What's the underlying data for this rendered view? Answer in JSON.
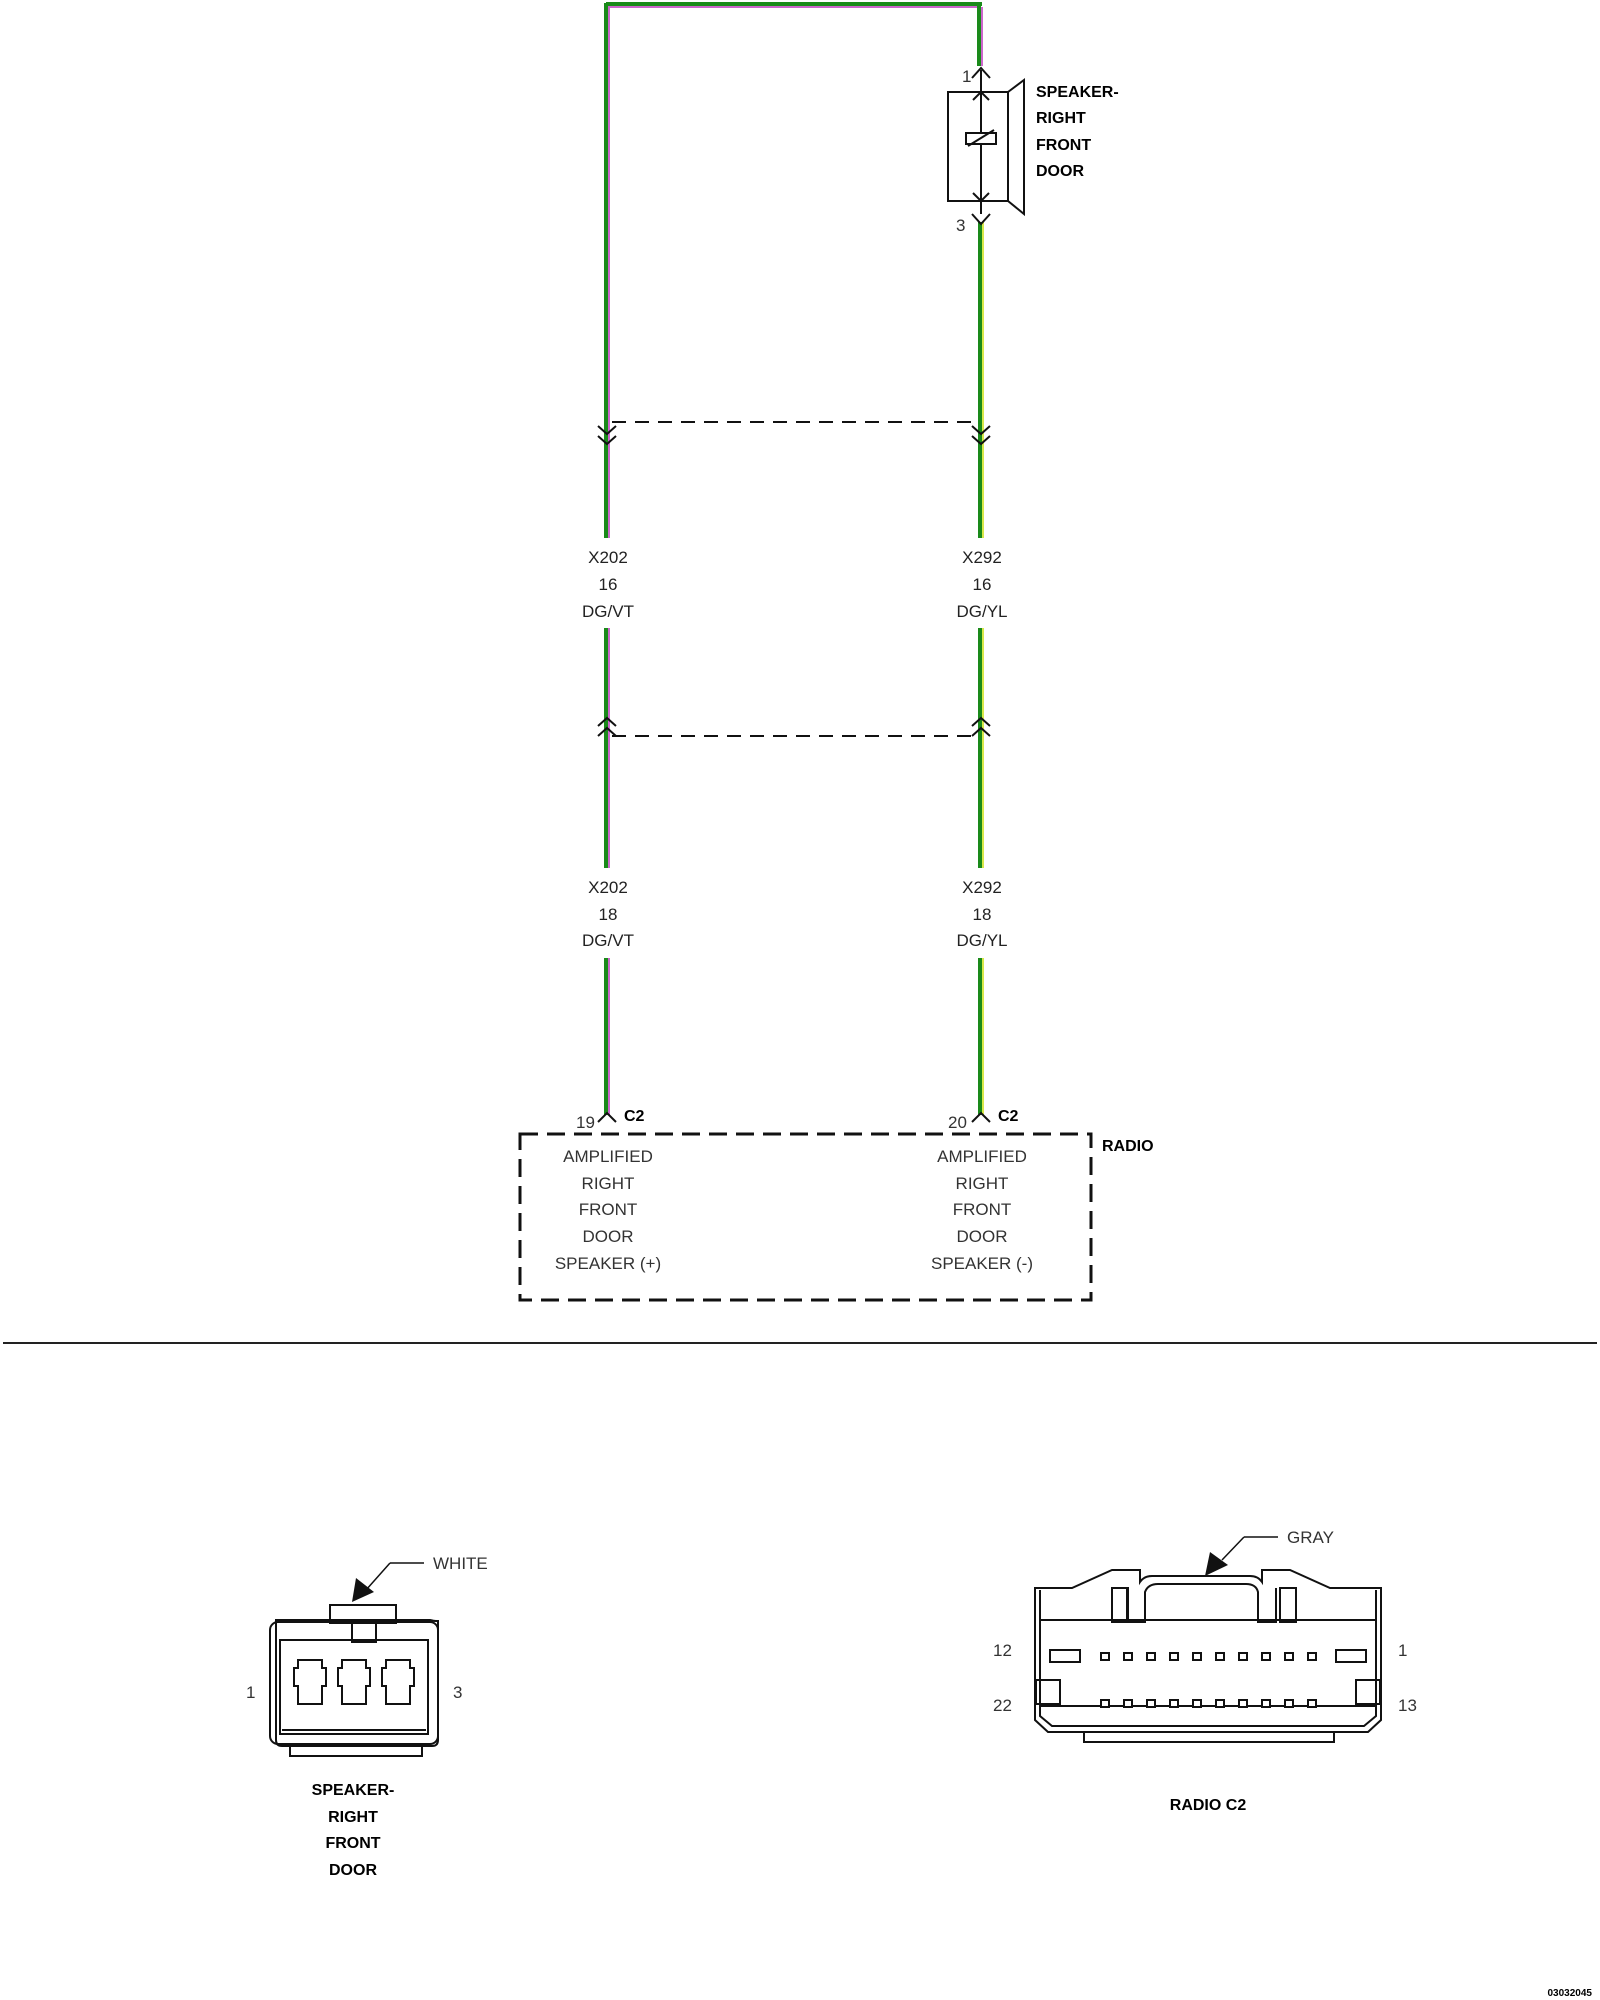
{
  "speaker_component": {
    "title_lines": [
      "SPEAKER-",
      "RIGHT",
      "FRONT",
      "DOOR"
    ],
    "pin_top": "1",
    "pin_bottom": "3"
  },
  "wires": {
    "left": {
      "upper": {
        "circuit": "X202",
        "gauge": "16",
        "color": "DG/VT"
      },
      "lower": {
        "circuit": "X202",
        "gauge": "18",
        "color": "DG/VT"
      },
      "pin": "19",
      "connector": "C2",
      "function_lines": [
        "AMPLIFIED",
        "RIGHT",
        "FRONT",
        "DOOR",
        "SPEAKER (+)"
      ]
    },
    "right": {
      "upper": {
        "circuit": "X292",
        "gauge": "16",
        "color": "DG/YL"
      },
      "lower": {
        "circuit": "X292",
        "gauge": "18",
        "color": "DG/YL"
      },
      "pin": "20",
      "connector": "C2",
      "function_lines": [
        "AMPLIFIED",
        "RIGHT",
        "FRONT",
        "DOOR",
        "SPEAKER (-)"
      ]
    }
  },
  "radio_label": "RADIO",
  "speaker_connector_view": {
    "color_label": "WHITE",
    "pin_left": "1",
    "pin_right": "3",
    "title_lines": [
      "SPEAKER-",
      "RIGHT",
      "FRONT",
      "DOOR"
    ]
  },
  "radio_connector_view": {
    "color_label": "GRAY",
    "pin_top_left": "12",
    "pin_top_right": "1",
    "pin_bottom_left": "22",
    "pin_bottom_right": "13",
    "title": "RADIO C2"
  },
  "drawing_number": "03032045",
  "colors": {
    "dark_green": "#1a8a1a",
    "violet": "#cc66cc",
    "yellow": "#d8e84a"
  }
}
